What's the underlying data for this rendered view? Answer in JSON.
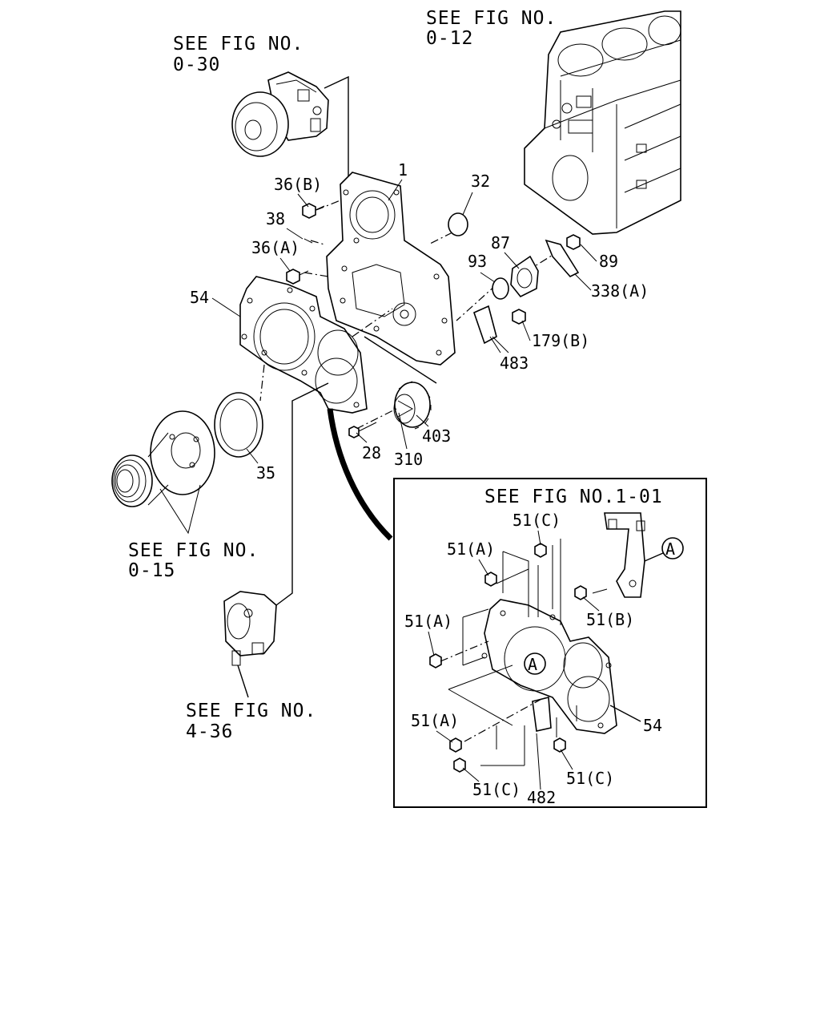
{
  "figure_refs": {
    "fig_0_12": {
      "line1": "SEE FIG NO.",
      "line2": "0-12"
    },
    "fig_0_30": {
      "line1": "SEE FIG NO.",
      "line2": "0-30"
    },
    "fig_0_15": {
      "line1": "SEE FIG NO.",
      "line2": "0-15"
    },
    "fig_4_36": {
      "line1": "SEE FIG NO.",
      "line2": "4-36"
    },
    "fig_1_01": {
      "line1": "SEE FIG NO.1-01"
    }
  },
  "callouts": {
    "p1": "1",
    "p32": "32",
    "p36b": "36(B)",
    "p38": "38",
    "p36a": "36(A)",
    "p87": "87",
    "p89": "89",
    "p93": "93",
    "p338a": "338(A)",
    "p54": "54",
    "p179b": "179(B)",
    "p483": "483",
    "p403": "403",
    "p28": "28",
    "p310": "310",
    "p35": "35"
  },
  "detail": {
    "marker": "A",
    "callouts": {
      "c51c_top": "51(C)",
      "c51a_top": "51(A)",
      "c51b": "51(B)",
      "c51a_mid": "51(A)",
      "c54": "54",
      "c51a_low": "51(A)",
      "c51c_left": "51(C)",
      "c482": "482",
      "c51c_right": "51(C)"
    }
  },
  "icons": [
    "engine-block-icon",
    "compressor-icon",
    "crank-pulley-icon",
    "power-steering-pump-icon",
    "bolt-icon",
    "gear-icon",
    "seal-ring-icon"
  ]
}
